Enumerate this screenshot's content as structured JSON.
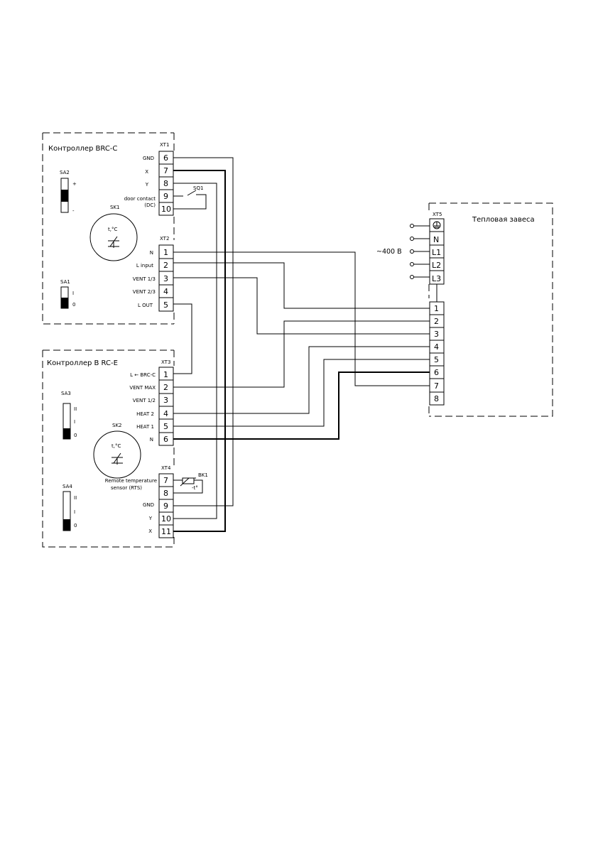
{
  "brc_c": {
    "title": "Контроллер BRC-C",
    "xt1": {
      "label": "XT1",
      "terminals": [
        {
          "num": "6",
          "label": "GND"
        },
        {
          "num": "7",
          "label": "X"
        },
        {
          "num": "8",
          "label": "Y"
        },
        {
          "num": "9",
          "label": "door contact"
        },
        {
          "num": "10",
          "label": "(DC)"
        }
      ]
    },
    "xt2": {
      "label": "XT2",
      "terminals": [
        {
          "num": "1",
          "label": "N"
        },
        {
          "num": "2",
          "label": "L input"
        },
        {
          "num": "3",
          "label": "VENT 1/3"
        },
        {
          "num": "4",
          "label": "VENT 2/3"
        },
        {
          "num": "5",
          "label": "L OUT"
        }
      ]
    },
    "sa2": {
      "label": "SA2",
      "marks": [
        "+",
        "-"
      ]
    },
    "sa1": {
      "label": "SA1",
      "marks": [
        "I",
        "0"
      ]
    },
    "sk1": {
      "label": "SK1",
      "symbol": "t,°C"
    },
    "sq1": "SQ1"
  },
  "brc_e": {
    "title": "Контроллер B RC-E",
    "xt3": {
      "label": "XT3",
      "terminals": [
        {
          "num": "1",
          "label": "L ← BRC-C"
        },
        {
          "num": "2",
          "label": "VENT MAX"
        },
        {
          "num": "3",
          "label": "VENT 1/2"
        },
        {
          "num": "4",
          "label": "HEAT 2"
        },
        {
          "num": "5",
          "label": "HEAT 1"
        },
        {
          "num": "6",
          "label": "N"
        }
      ]
    },
    "xt4": {
      "label": "XT4",
      "terminals": [
        {
          "num": "7",
          "label": "Remote temperature"
        },
        {
          "num": "8",
          "label": "sensor (RTS)"
        },
        {
          "num": "9",
          "label": "GND"
        },
        {
          "num": "10",
          "label": "Y"
        },
        {
          "num": "11",
          "label": "X"
        }
      ]
    },
    "sa3": {
      "label": "SA3",
      "marks": [
        "II",
        "I",
        "0"
      ]
    },
    "sa4": {
      "label": "SA4",
      "marks": [
        "II",
        "I",
        "0"
      ]
    },
    "sk2": {
      "label": "SK2",
      "symbol": "t,°C"
    },
    "bk1": {
      "label": "BK1",
      "symbol": "-t°"
    }
  },
  "curtain": {
    "title": "Тепловая завеса",
    "xt5": {
      "label": "XT5",
      "terminals": [
        "⏚",
        "N",
        "L1",
        "L2",
        "L3"
      ]
    },
    "voltage": "~400 В",
    "block": [
      "1",
      "2",
      "3",
      "4",
      "5",
      "6",
      "7",
      "8"
    ]
  }
}
